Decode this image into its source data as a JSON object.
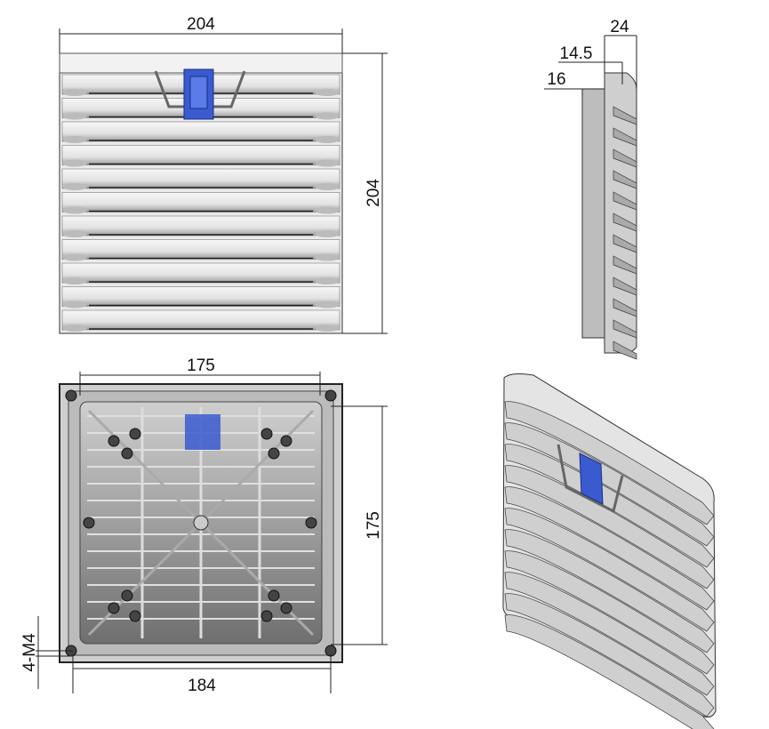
{
  "front_view": {
    "width_label": "204",
    "height_label": "204"
  },
  "side_view": {
    "depth_total_label": "24",
    "depth_mid_label": "14.5",
    "depth_back_label": "16"
  },
  "back_view": {
    "hole_width_label": "175",
    "hole_height_label": "175",
    "cutout_label": "184",
    "screw_label": "4-M4"
  },
  "colors": {
    "body": "#e6e6e6",
    "outline": "#333333",
    "clip": "#3a5bd0"
  }
}
